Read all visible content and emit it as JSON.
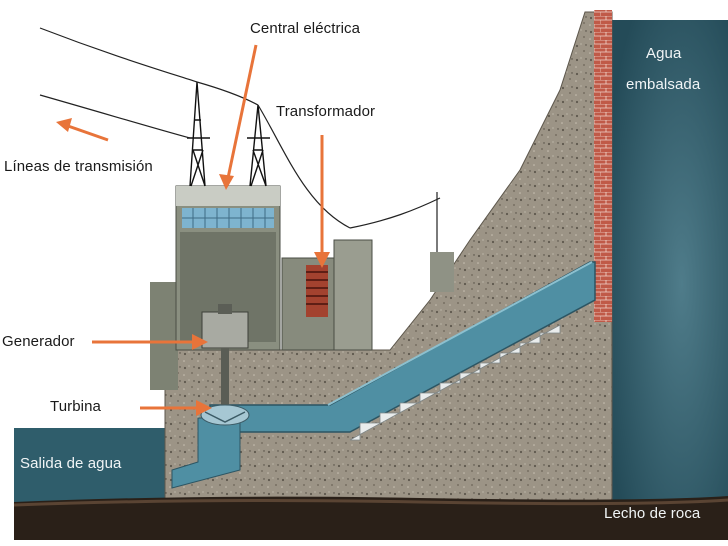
{
  "labels": {
    "power_station": "Central eléctrica",
    "transformer": "Transformador",
    "transmission_lines": "Líneas de transmisión",
    "generator": "Generador",
    "turbine": "Turbina",
    "water_outlet": "Salida de agua",
    "reservoir_line1": "Agua",
    "reservoir_line2": "embalsada",
    "bedrock": "Lecho de roca"
  },
  "colors": {
    "reservoir": "#2f5d6b",
    "concrete": "#9c9486",
    "penstock_water": "#4f8fa3",
    "arrow": "#e8743a",
    "building": "#8a8f80",
    "bedrock": "#2a2018",
    "brick": "#c05a48"
  }
}
